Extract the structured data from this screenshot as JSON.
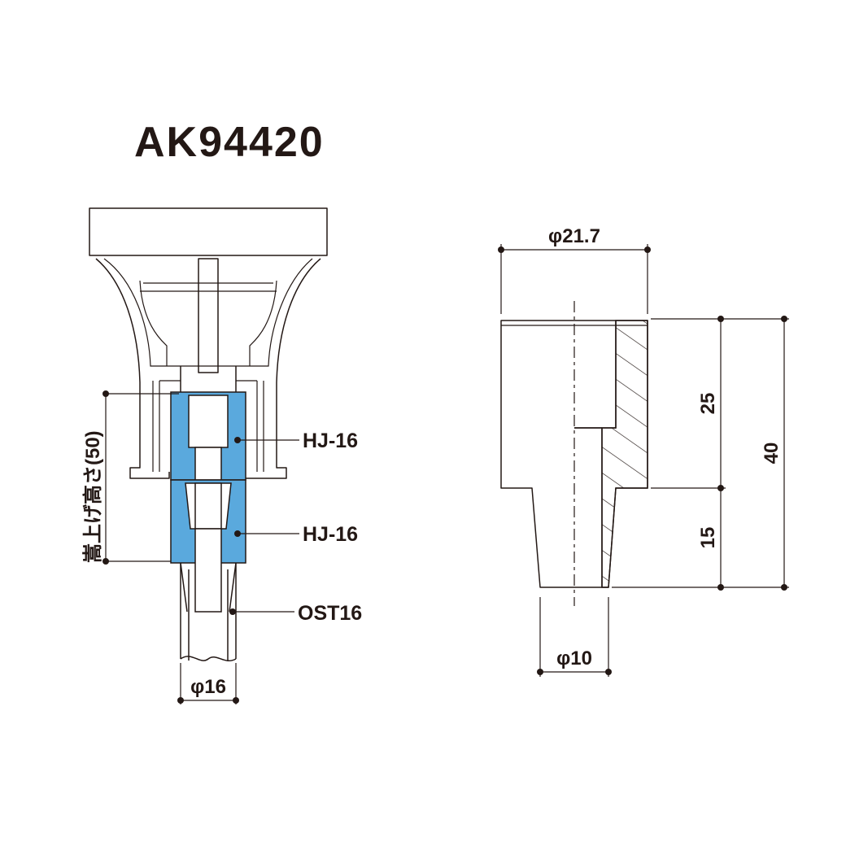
{
  "title": "AK94420",
  "left_view": {
    "lift_height_label": "嵩上げ高さ(50)",
    "diameter_label": "φ16",
    "callouts": [
      {
        "label": "HJ-16"
      },
      {
        "label": "HJ-16"
      },
      {
        "label": "OST16"
      }
    ]
  },
  "right_view": {
    "top_diameter_label": "φ21.7",
    "bottom_diameter_label": "φ10",
    "upper_height_label": "25",
    "lower_height_label": "15",
    "total_height_label": "40"
  },
  "colors": {
    "ink": "#231815",
    "highlight_blue": "#5aa9dd"
  }
}
